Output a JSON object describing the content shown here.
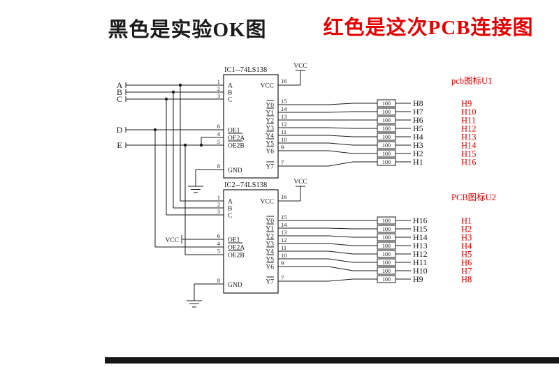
{
  "titles": {
    "black": "黑色是实验OK图",
    "red": "红色是这次PCB连接图"
  },
  "colors": {
    "red": "#e60000",
    "wire": "#1a1a1a"
  },
  "signals": [
    "A",
    "B",
    "C",
    "D",
    "E"
  ],
  "labels": {
    "vcc": "VCC",
    "resistor_value": "100"
  },
  "ic1": {
    "name": "IC1--74LS138",
    "red_header": "pcb图标U1",
    "vcc_pin": {
      "num": "16",
      "label": "VCC"
    },
    "gnd_pin": {
      "num": "8",
      "label": "GND"
    },
    "left_pins": [
      {
        "num": "1",
        "label": "A",
        "overline": false
      },
      {
        "num": "2",
        "label": "B",
        "overline": false
      },
      {
        "num": "3",
        "label": "C",
        "overline": false
      },
      {
        "num": "6",
        "label": "OE1",
        "overline": false
      },
      {
        "num": "4",
        "label": "OE2A",
        "overline": true
      },
      {
        "num": "5",
        "label": "OE2B",
        "overline": true
      }
    ],
    "outputs": [
      {
        "pin": "15",
        "label": "Y0",
        "net": "H8",
        "pcb": "H9"
      },
      {
        "pin": "14",
        "label": "Y1",
        "net": "H7",
        "pcb": "H10"
      },
      {
        "pin": "13",
        "label": "Y2",
        "net": "H6",
        "pcb": "H11"
      },
      {
        "pin": "12",
        "label": "Y3",
        "net": "H5",
        "pcb": "H12"
      },
      {
        "pin": "11",
        "label": "Y4",
        "net": "H4",
        "pcb": "H13"
      },
      {
        "pin": "10",
        "label": "Y5",
        "net": "H3",
        "pcb": "H14"
      },
      {
        "pin": "9",
        "label": "Y6",
        "net": "H2",
        "pcb": "H15"
      },
      {
        "pin": "7",
        "label": "Y7",
        "net": "H1",
        "pcb": "H16"
      }
    ]
  },
  "ic2": {
    "name": "IC2--74LS138",
    "red_header": "PCB图标U2",
    "vcc_pin": {
      "num": "16",
      "label": "VCC"
    },
    "gnd_pin": {
      "num": "8",
      "label": "GND"
    },
    "left_pins": [
      {
        "num": "1",
        "label": "A",
        "overline": false
      },
      {
        "num": "2",
        "label": "B",
        "overline": false
      },
      {
        "num": "3",
        "label": "C",
        "overline": false
      },
      {
        "num": "6",
        "label": "OE1",
        "overline": false
      },
      {
        "num": "4",
        "label": "OE2A",
        "overline": true
      },
      {
        "num": "5",
        "label": "OE2B",
        "overline": true
      }
    ],
    "outputs": [
      {
        "pin": "15",
        "label": "Y0",
        "net": "H16",
        "pcb": "H1"
      },
      {
        "pin": "14",
        "label": "Y1",
        "net": "H15",
        "pcb": "H2"
      },
      {
        "pin": "13",
        "label": "Y2",
        "net": "H14",
        "pcb": "H3"
      },
      {
        "pin": "12",
        "label": "Y3",
        "net": "H13",
        "pcb": "H4"
      },
      {
        "pin": "11",
        "label": "Y4",
        "net": "H12",
        "pcb": "H5"
      },
      {
        "pin": "10",
        "label": "Y5",
        "net": "H11",
        "pcb": "H6"
      },
      {
        "pin": "9",
        "label": "Y6",
        "net": "H10",
        "pcb": "H7"
      },
      {
        "pin": "7",
        "label": "Y7",
        "net": "H9",
        "pcb": "H8"
      }
    ]
  }
}
